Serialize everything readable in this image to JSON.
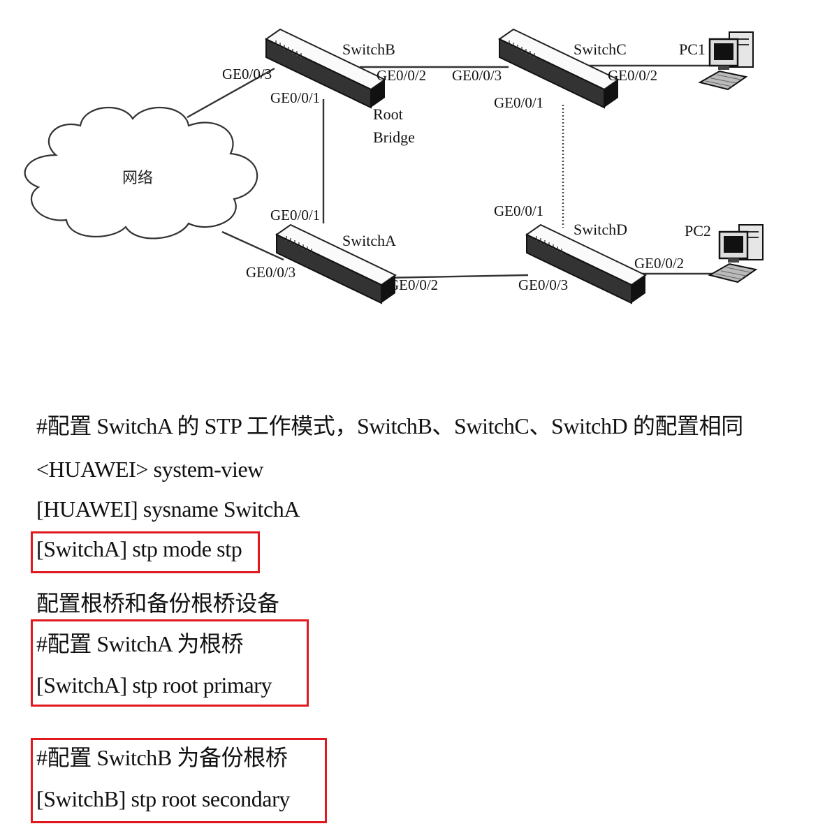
{
  "diagram": {
    "switches": {
      "b": {
        "name": "SwitchB",
        "note_line1": "Root",
        "note_line2": "Bridge"
      },
      "c": {
        "name": "SwitchC"
      },
      "a": {
        "name": "SwitchA"
      },
      "d": {
        "name": "SwitchD"
      }
    },
    "pcs": {
      "pc1": "PC1",
      "pc2": "PC2"
    },
    "cloud": "网络",
    "ports": {
      "b_ge3": "GE0/0/3",
      "b_ge2": "GE0/0/2",
      "b_ge1": "GE0/0/1",
      "c_ge3": "GE0/0/3",
      "c_ge2": "GE0/0/2",
      "c_ge1": "GE0/0/1",
      "a_ge1": "GE0/0/1",
      "a_ge3": "GE0/0/3",
      "a_ge2": "GE0/0/2",
      "d_ge1": "GE0/0/1",
      "d_ge2": "GE0/0/2",
      "d_ge3": "GE0/0/3"
    }
  },
  "config": {
    "line1": "#配置 SwitchA 的 STP 工作模式，SwitchB、SwitchC、SwitchD 的配置相同",
    "line2": "<HUAWEI> system-view",
    "line3": "[HUAWEI] sysname SwitchA",
    "line4": "[SwitchA] stp mode stp",
    "line5": "配置根桥和备份根桥设备",
    "line6": "#配置 SwitchA 为根桥",
    "line7": "[SwitchA] stp root primary",
    "line8": "#配置 SwitchB 为备份根桥",
    "line9": "[SwitchB] stp root secondary"
  },
  "colors": {
    "highlight_box": "#e0191e"
  }
}
